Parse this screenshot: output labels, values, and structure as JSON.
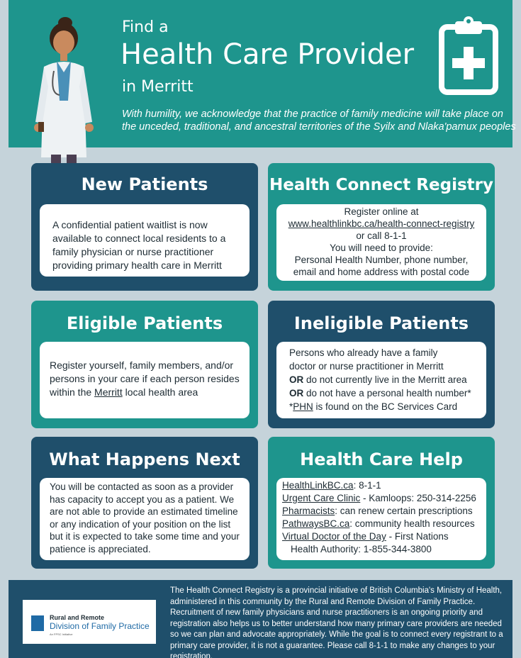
{
  "header": {
    "title_line1": "Find a",
    "title_line2": "Health Care Provider",
    "title_line3": "in Merritt",
    "acknowledgement": "With humility, we acknowledge that the practice of family medicine will take place on the unceded, traditional, and ancestral territories of the Syilx and Nlaka'pamux peoples"
  },
  "new_patients": {
    "title": "New Patients",
    "text": "A confidential patient waitlist is now available to connect local residents to a family physician or nurse practitioner providing primary health care in Merritt"
  },
  "registry": {
    "title": "Health Connect Registry",
    "line1": "Register online at",
    "link": "www.healthlinkbc.ca/health-connect-registry",
    "line3": "or call 8-1-1",
    "line4": "You will need to provide:",
    "line5": "Personal Health Number, phone number,",
    "line6": "email and home address with postal code"
  },
  "eligible": {
    "title": "Eligible Patients",
    "text_before": "Register yourself, family members, and/or persons in your care if each person resides within the ",
    "link": "Merritt",
    "text_after": " local health area"
  },
  "ineligible": {
    "title": "Ineligible Patients",
    "line1": "Persons who already have a family",
    "line2": "doctor or nurse practitioner in Merritt",
    "or1": "OR",
    "line3": " do not currently live in the Merritt area",
    "or2": "OR",
    "line4": " do not have a personal health number*",
    "line5_pre": "*",
    "line5_link": "PHN",
    "line5_post": " is found on the BC Services Card"
  },
  "next": {
    "title": "What Happens Next",
    "text": "You will be contacted as soon as a provider has capacity to accept you as a patient. We are not able to provide an estimated timeline or any indication of your position on the list but it is expected to take some time and your patience is appreciated."
  },
  "help": {
    "title": "Health Care Help",
    "items": [
      {
        "link": "HealthLinkBC.ca",
        "text": ": 8-1-1"
      },
      {
        "link": "Urgent Care Clinic",
        "text": " - Kamloops: 250-314-2256"
      },
      {
        "link": "Pharmacists",
        "text": ": can renew certain prescriptions"
      },
      {
        "link": "PathwaysBC.ca",
        "text": ": community health resources"
      },
      {
        "link": "Virtual Doctor of the Day",
        "text": " - First Nations"
      }
    ],
    "last_line": "Health Authority: 1-855-344-3800"
  },
  "footer": {
    "logo_line1": "Rural and Remote",
    "logo_line2": "Division of Family Practice",
    "logo_line3": "An FPSC Initiative",
    "text": "The Health Connect Registry is a provincial initiative of British Columbia's Ministry of Health, administered in this community by the Rural and Remote Division of Family Practice. Recruitment of new family physicians and nurse practitioners is an ongoing priority and registration also helps us to better understand how many primary care providers are needed so we can plan and advocate appropriately. While the goal is to connect every registrant to a primary care provider, it is not a guarantee. Please call 8-1-1 to make any changes to your registration."
  },
  "colors": {
    "teal": "#1e958d",
    "navy": "#1f4f6b",
    "background": "#c5d3da"
  }
}
